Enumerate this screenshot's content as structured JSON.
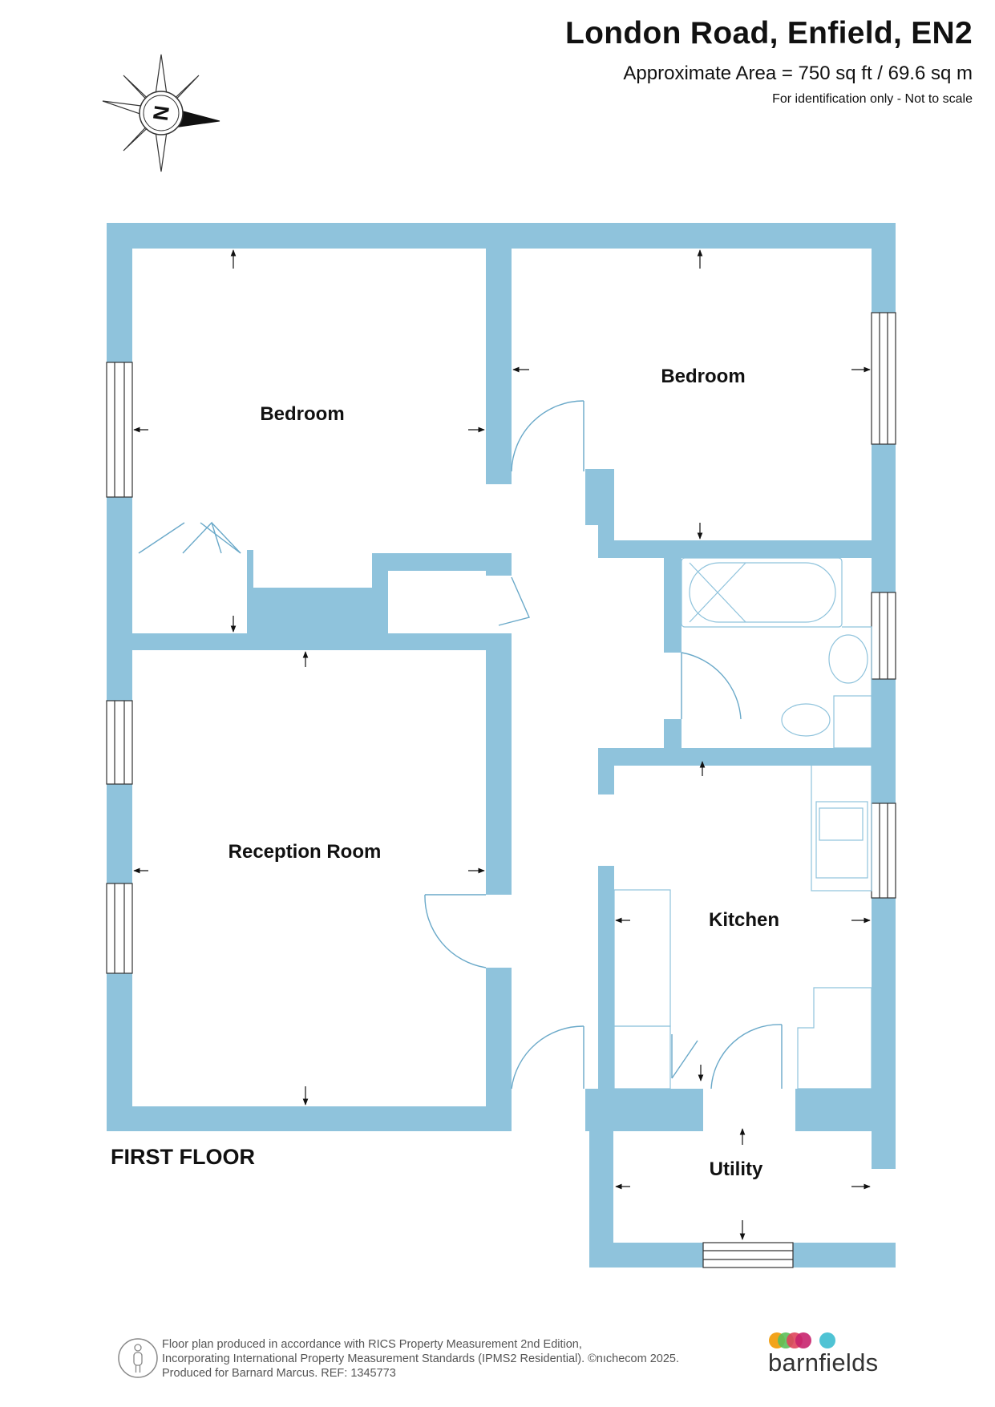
{
  "header": {
    "title": "London Road, Enfield, EN2",
    "area": "Approximate Area = 750 sq ft / 69.6 sq m",
    "note": "For identification only - Not to scale"
  },
  "compass": {
    "label": "N"
  },
  "rooms": {
    "bedroom_1": "Bedroom",
    "bedroom_2": "Bedroom",
    "reception": "Reception Room",
    "kitchen": "Kitchen",
    "utility": "Utility"
  },
  "floor_label": "FIRST FLOOR",
  "footer": {
    "line1": "Floor plan produced in accordance with RICS Property Measurement 2nd Edition,",
    "line2": "Incorporating International Property Measurement Standards (IPMS2 Residential).  ©nıchecom 2025.",
    "line3": "Produced for Barnard Marcus.   REF: 1345773"
  },
  "logo": {
    "text": "barnfields",
    "dot_colors": [
      "#f2a31b",
      "#5bbf5a",
      "#e0445c",
      "#c8236e",
      "#4fc3d4"
    ]
  },
  "colors": {
    "wall": "#8fc3dc",
    "ink": "#111111"
  }
}
